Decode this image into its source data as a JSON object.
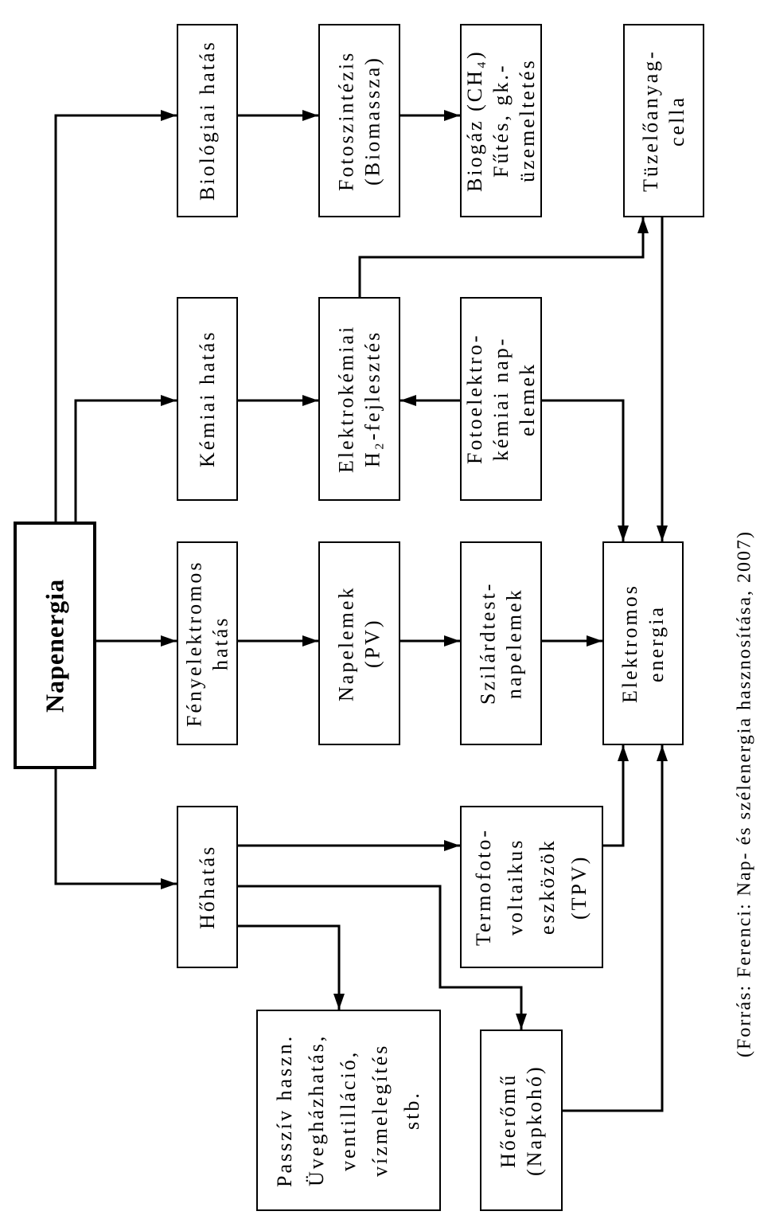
{
  "colors": {
    "ink": "#000000",
    "paper": "#ffffff"
  },
  "diagram": {
    "root": {
      "label": "Napenergia"
    },
    "boxes": {
      "biologiai_hatas": {
        "lines": [
          "Biológiai hatás"
        ]
      },
      "kemiai_hatas": {
        "lines": [
          "Kémiai hatás"
        ]
      },
      "fenyelektromos_hatas": {
        "lines": [
          "Fényelektromos",
          "hatás"
        ]
      },
      "hohatas": {
        "lines": [
          "Hőhatás"
        ]
      },
      "fotoszintezis": {
        "lines": [
          "Fotoszintézis",
          "(Biomassza)"
        ]
      },
      "elektrokemiai": {
        "lines": [
          "Elektrokémiai",
          "H₂-fejlesztés"
        ]
      },
      "napelemek": {
        "lines": [
          "Napelemek",
          "(PV)"
        ]
      },
      "biogaz": {
        "lines": [
          "Biogáz (CH₄)",
          "Fűtés, gk.-",
          "üzemeltetés"
        ]
      },
      "fotoelektrokemiai": {
        "lines": [
          "Fotoelektro-",
          "kémiai nap-",
          "elemek"
        ]
      },
      "szilardtest": {
        "lines": [
          "Szilárdtest-",
          "napelemek"
        ]
      },
      "tpv": {
        "lines": [
          "Termofoto-",
          "voltaikus",
          "eszközök",
          "(TPV)"
        ]
      },
      "tuzeloanyag_cella": {
        "lines": [
          "Tüzelőanyag-",
          "cella"
        ]
      },
      "elektromos_energia": {
        "lines": [
          "Elektromos",
          "energia"
        ]
      },
      "passziv": {
        "lines": [
          "Passzív haszn.",
          "Üvegházhatás,",
          "ventilláció,",
          "vízmelegítés",
          "stb."
        ]
      },
      "hoeromu": {
        "lines": [
          "Hőerőmű",
          "(Napkohó)"
        ]
      }
    },
    "caption": "(Forrás: Ferenci: Nap- és szélenergia hasznosítása, 2007)"
  }
}
